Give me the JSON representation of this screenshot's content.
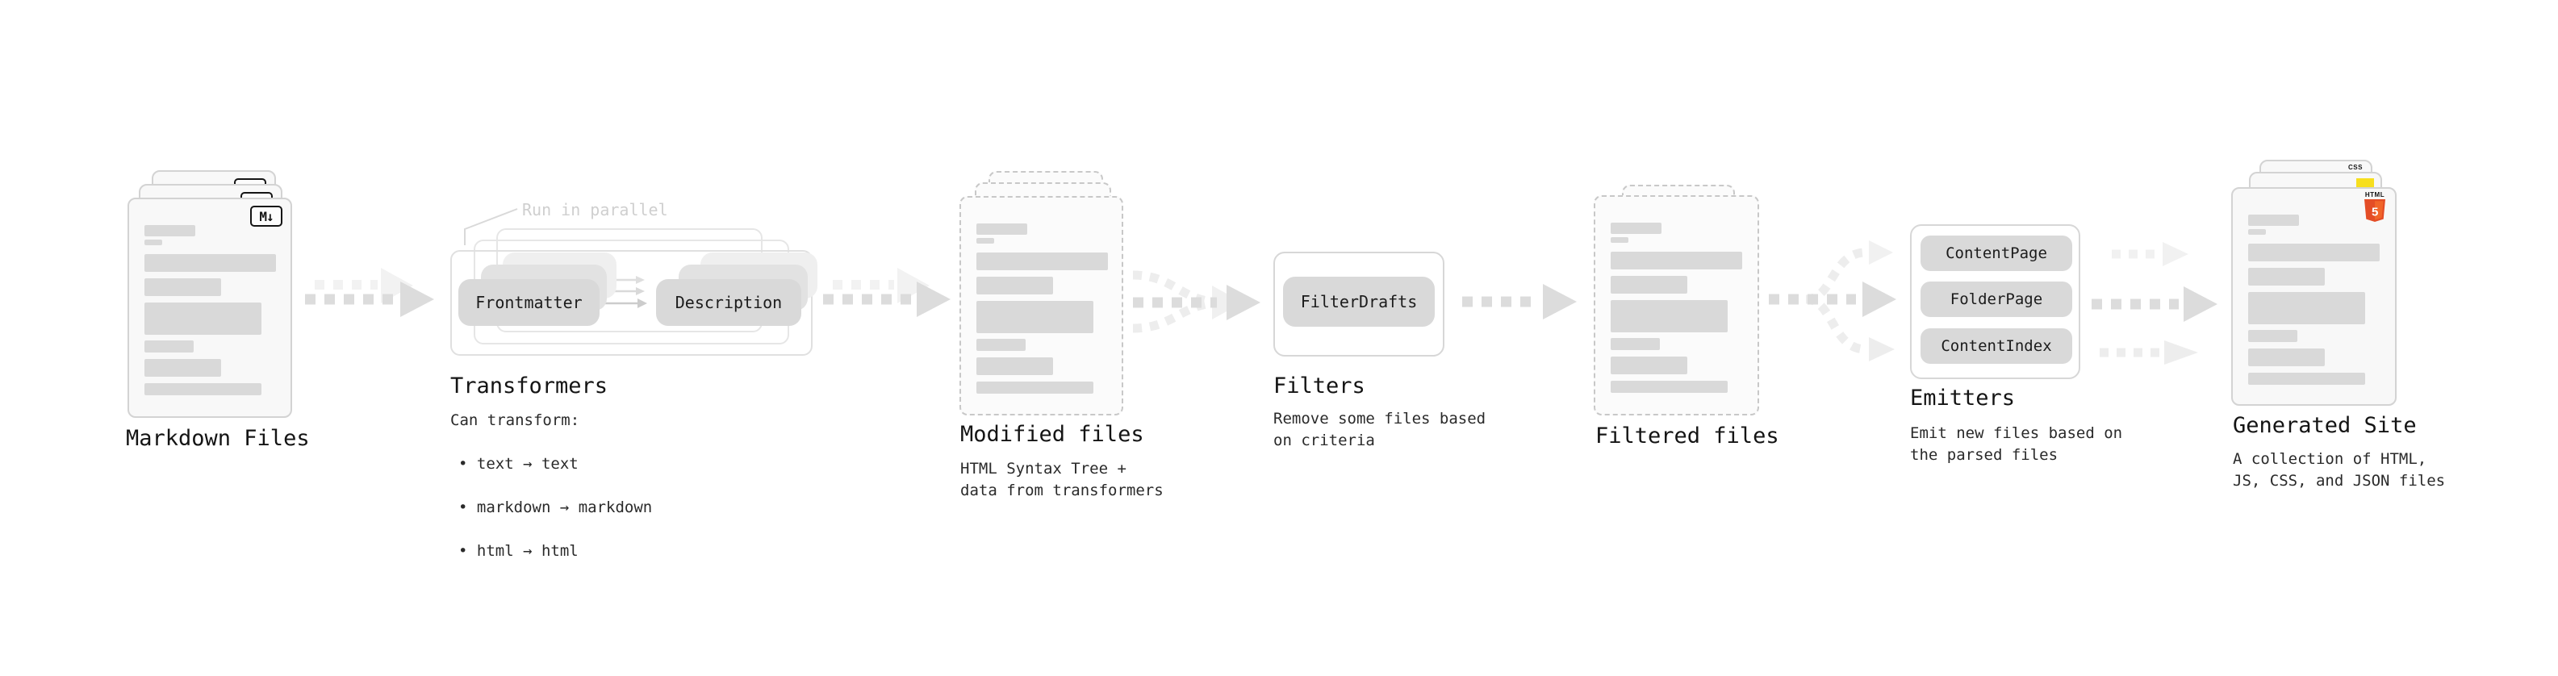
{
  "diagram": {
    "markdown_files": {
      "title": "Markdown Files",
      "badge": "M↓"
    },
    "transformers": {
      "annotation": "Run in parallel",
      "node_frontmatter": "Frontmatter",
      "node_description": "Description",
      "title": "Transformers",
      "subtitle": "Can transform:",
      "bullets": [
        "• text → text",
        "• markdown → markdown",
        "• html → html"
      ]
    },
    "modified_files": {
      "title": "Modified files",
      "description": "HTML Syntax Tree +\ndata from transformers"
    },
    "filters": {
      "node_filterdrafts": "FilterDrafts",
      "title": "Filters",
      "description": "Remove some files based\non criteria"
    },
    "filtered_files": {
      "title": "Filtered files"
    },
    "emitters": {
      "nodes": [
        "ContentPage",
        "FolderPage",
        "ContentIndex"
      ],
      "title": "Emitters",
      "description": "Emit new files based on\nthe parsed files"
    },
    "generated_site": {
      "title": "Generated Site",
      "description": "A collection of HTML,\nJS, CSS, and JSON files",
      "css_badge": "CSS",
      "html_badge_label": "HTML",
      "html_badge_number": "5"
    },
    "colors": {
      "node_fill": "#d9d9d9",
      "arrow_main": "#dcdcdc",
      "arrow_faint": "#ededed",
      "html5_orange": "#e44d26",
      "js_yellow": "#f7df1e",
      "css_blue": "#2e62ea"
    }
  }
}
